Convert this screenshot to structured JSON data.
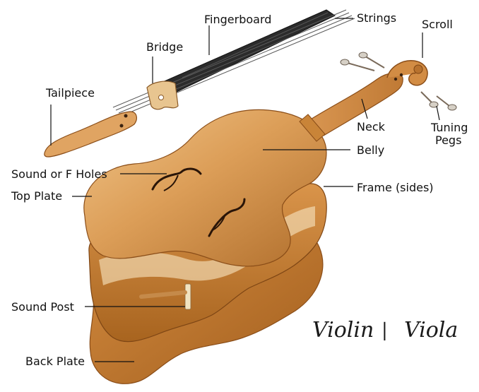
{
  "labels": {
    "strings": "Strings",
    "fingerboard": "Fingerboard",
    "scroll": "Scroll",
    "bridge": "Bridge",
    "tailpiece": "Tailpiece",
    "neck": "Neck",
    "tuning_pegs_line1": "Tuning",
    "tuning_pegs_line2": "Pegs",
    "belly": "Belly",
    "sound_holes": "Sound or F Holes",
    "frame": "Frame (sides)",
    "top_plate": "Top Plate",
    "sound_post": "Sound Post",
    "back_plate": "Back Plate"
  },
  "title": {
    "left": "Violin",
    "separator": "|",
    "right": "Viola"
  },
  "colors": {
    "wood_light": "#e2a865",
    "wood_mid": "#c98438",
    "wood_dark": "#9a5a1e",
    "fingerboard": "#2b2b2b",
    "leader_line": "#111111"
  }
}
